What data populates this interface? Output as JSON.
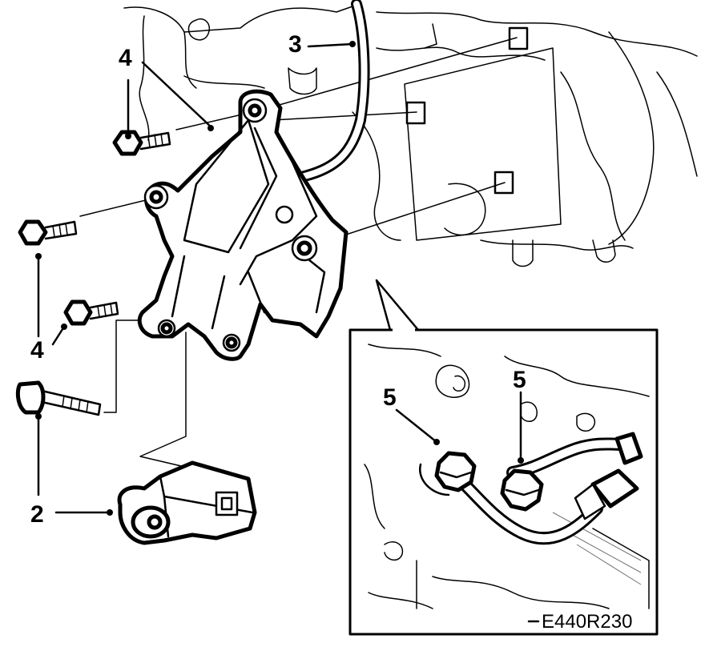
{
  "diagram": {
    "reference_code": "E440R230",
    "callouts": {
      "bolt_upper": "4",
      "bolt_middle": "4",
      "sensor": "2",
      "pipe": "3",
      "detail_left": "5",
      "detail_right": "5"
    }
  },
  "colors": {
    "ink": "#000000",
    "background": "#ffffff"
  }
}
